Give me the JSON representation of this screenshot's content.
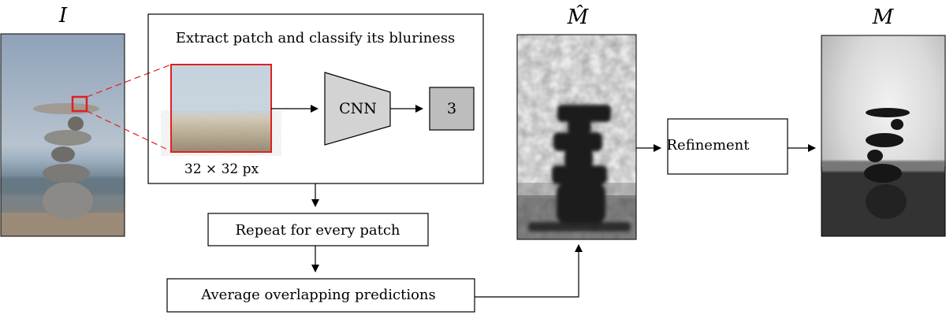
{
  "labels": {
    "input_image": "I",
    "raw_map": "M̂",
    "refined_map": "M"
  },
  "boxes": {
    "extract": "Extract patch and classify its bluriness",
    "patch_size": "32 × 32 px",
    "cnn": "CNN",
    "output_class": "3",
    "repeat": "Repeat for every patch",
    "average": "Average overlapping predictions",
    "refinement": "Refinement"
  },
  "colors": {
    "patch_outline": "#e02020",
    "cnn_fill": "#d3d3d3",
    "output_fill": "#bdbdbd",
    "stroke": "#000000"
  }
}
